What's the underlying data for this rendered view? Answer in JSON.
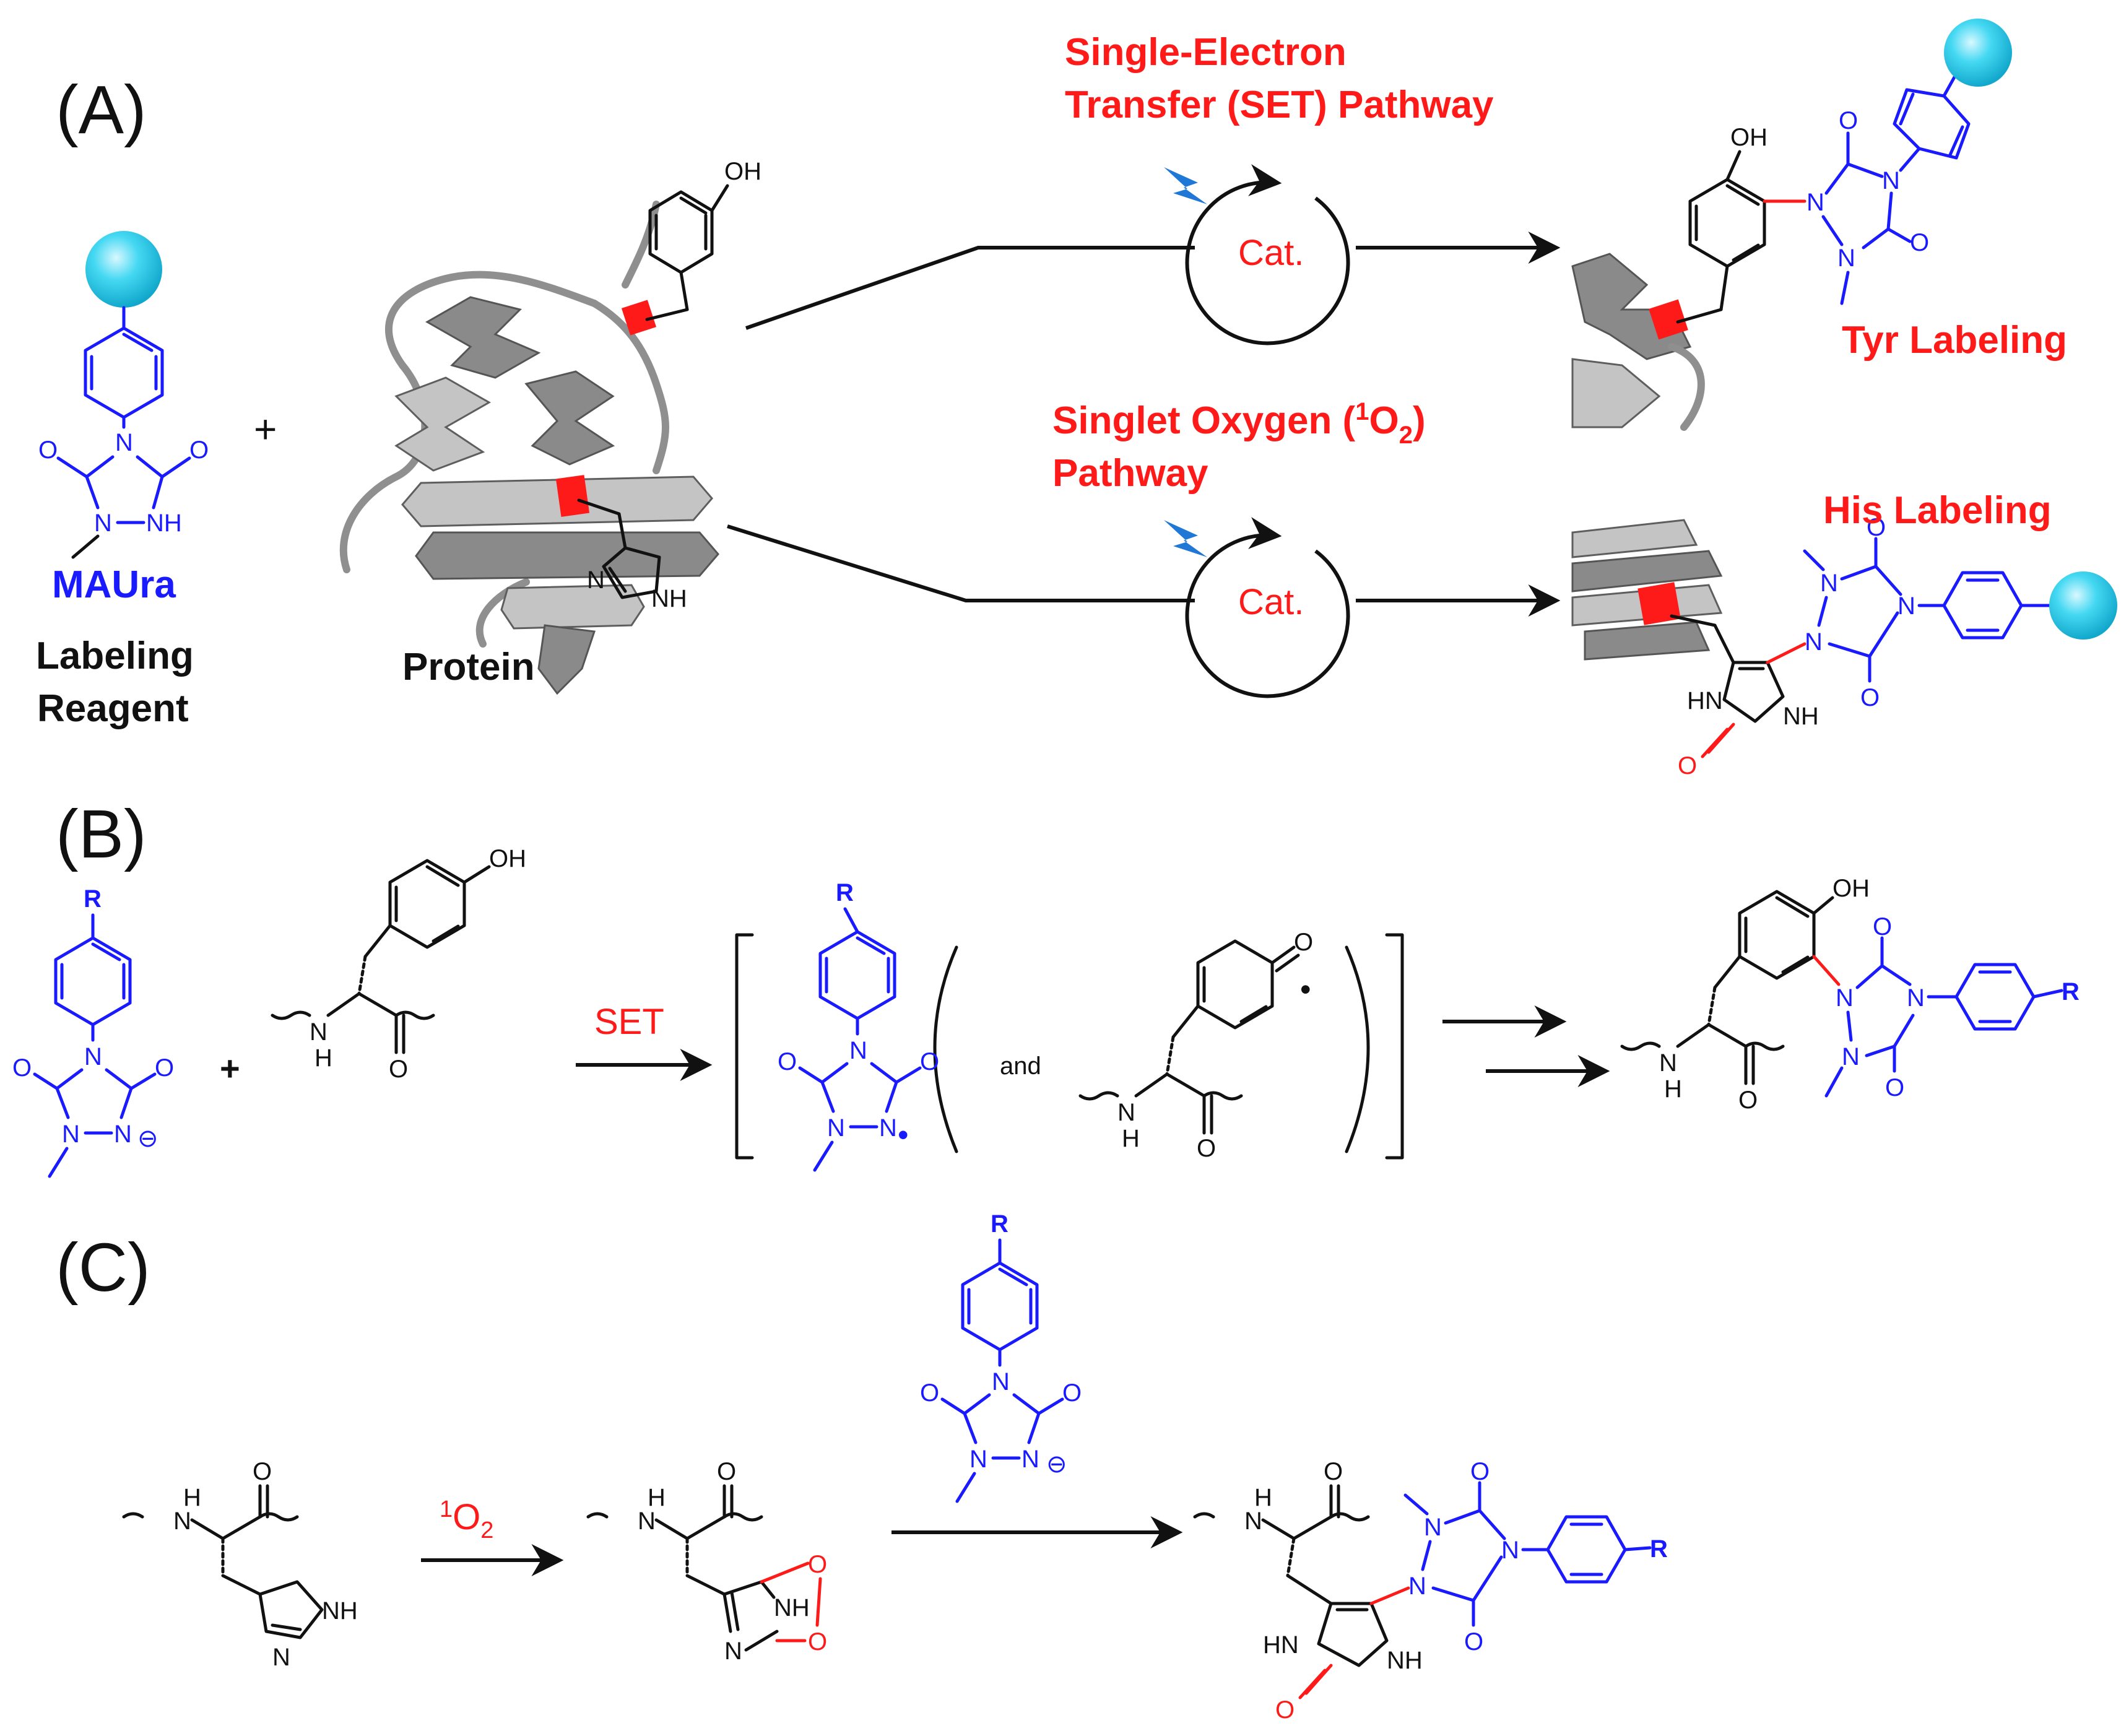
{
  "panels": {
    "a": "(A)",
    "b": "(B)",
    "c": "(C)"
  },
  "panel_a": {
    "reagent_name": "MAUra",
    "reagent_caption_1": "Labeling",
    "reagent_caption_2": "Reagent",
    "plus": "+",
    "protein_label": "Protein",
    "set_title_1": "Single-Electron",
    "set_title_2": "Transfer (SET) Pathway",
    "so_title_1_pre": "Singlet Oxygen (",
    "so_title_sup": "1",
    "so_title_mid": "O",
    "so_title_sub": "2",
    "so_title_post": ")",
    "so_title_2": "Pathway",
    "catalyst": "Cat.",
    "tyr_label": "Tyr Labeling",
    "his_label": "His Labeling"
  },
  "panel_b": {
    "plus": "+",
    "arrow_label": "SET",
    "and_label": "and"
  },
  "panel_c": {
    "reagent_sup": "1",
    "reagent_main": "O",
    "reagent_sub": "2"
  },
  "atoms": {
    "O": "O",
    "N": "N",
    "NH": "NH",
    "HN": "HN",
    "OH": "OH",
    "H": "H",
    "R": "R",
    "dot": "•",
    "minus": "⊖"
  },
  "colors": {
    "reagent_blue": "#1a1aff",
    "highlight_red": "#ff1a1a",
    "sphere_cyan": "#33d6f0",
    "bolt_blue": "#1f77d6",
    "ribbon_gray": "#8a8a8a"
  },
  "icons": [
    "cyan-sphere-icon",
    "lightning-bolt-icon",
    "catalytic-cycle-icon"
  ]
}
